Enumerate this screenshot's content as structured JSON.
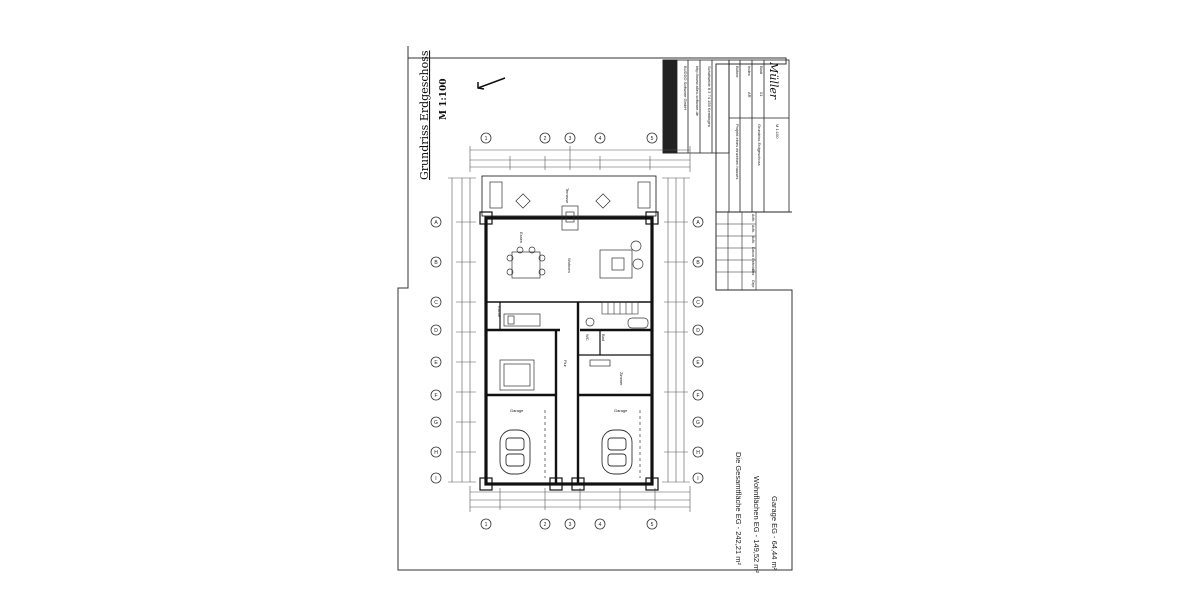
{
  "document": {
    "title": "Grundriss Erdgeschoss",
    "scale": "M 1:100"
  },
  "title_block": {
    "company": "BUDDO Software GmbH",
    "website": "http://www.alleo-software.de",
    "address": "Schafweide 8 3 74 158 Kemtingen",
    "project": "Projekt eines einzelnen hauses",
    "drawing": "Grundriss Erdgeschoss",
    "scale": "M 1:100",
    "sheet_label": "Blatt",
    "sheet_value": "01",
    "index_label": "Index",
    "index_value": "AR",
    "phase_label": "Bühne"
  },
  "revision_table": {
    "headers": [
      "Aufb.",
      "Aufb.",
      "Aufb.",
      "Datum",
      "Geändert",
      "Gez.",
      "Gepr."
    ]
  },
  "areas": {
    "total": "Die Gesamtfläche EG - 242,21 m²",
    "living": "Wohnflächen EG - 149,52 m²",
    "garage": "Garage EG - 64,44 m²"
  },
  "rooms": {
    "terrace": "Terrasse",
    "living": "Wohnen",
    "kitchen": "Küche",
    "dining": "Essen",
    "bath": "Bad",
    "hall": "Flur",
    "room": "Zimmer",
    "wc": "WC",
    "garage1": "Garage",
    "garage2": "Garage"
  },
  "axis_labels": {
    "top": [
      "1",
      "2",
      "3",
      "4",
      "5"
    ],
    "bottom": [
      "1",
      "2",
      "3",
      "4",
      "5"
    ],
    "left": [
      "A",
      "B",
      "C",
      "D",
      "E",
      "F",
      "G",
      "H",
      "I"
    ],
    "right": [
      "A",
      "B",
      "C",
      "D",
      "E",
      "F",
      "G",
      "H",
      "I"
    ]
  },
  "signature": "Müller"
}
